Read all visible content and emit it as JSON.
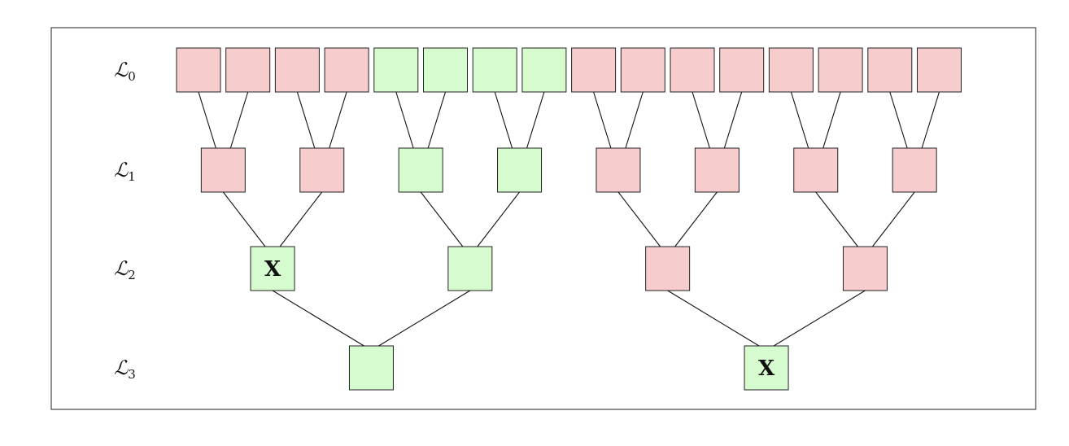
{
  "colors": {
    "red": "#f6cccd",
    "green": "#d5fbcf",
    "stroke": "#222222",
    "edge": "#111111"
  },
  "levels": [
    {
      "symbol": "ℒ",
      "subscript": "0",
      "nodes": [
        {
          "status": "red",
          "mark": ""
        },
        {
          "status": "red",
          "mark": ""
        },
        {
          "status": "red",
          "mark": ""
        },
        {
          "status": "red",
          "mark": ""
        },
        {
          "status": "green",
          "mark": ""
        },
        {
          "status": "green",
          "mark": ""
        },
        {
          "status": "green",
          "mark": ""
        },
        {
          "status": "green",
          "mark": ""
        },
        {
          "status": "red",
          "mark": ""
        },
        {
          "status": "red",
          "mark": ""
        },
        {
          "status": "red",
          "mark": ""
        },
        {
          "status": "red",
          "mark": ""
        },
        {
          "status": "red",
          "mark": ""
        },
        {
          "status": "red",
          "mark": ""
        },
        {
          "status": "red",
          "mark": ""
        },
        {
          "status": "red",
          "mark": ""
        }
      ]
    },
    {
      "symbol": "ℒ",
      "subscript": "1",
      "nodes": [
        {
          "status": "red",
          "mark": ""
        },
        {
          "status": "red",
          "mark": ""
        },
        {
          "status": "green",
          "mark": ""
        },
        {
          "status": "green",
          "mark": ""
        },
        {
          "status": "red",
          "mark": ""
        },
        {
          "status": "red",
          "mark": ""
        },
        {
          "status": "red",
          "mark": ""
        },
        {
          "status": "red",
          "mark": ""
        }
      ]
    },
    {
      "symbol": "ℒ",
      "subscript": "2",
      "nodes": [
        {
          "status": "green",
          "mark": "X"
        },
        {
          "status": "green",
          "mark": ""
        },
        {
          "status": "red",
          "mark": ""
        },
        {
          "status": "red",
          "mark": ""
        }
      ]
    },
    {
      "symbol": "ℒ",
      "subscript": "3",
      "nodes": [
        {
          "status": "green",
          "mark": ""
        },
        {
          "status": "green",
          "mark": "X"
        }
      ]
    }
  ]
}
